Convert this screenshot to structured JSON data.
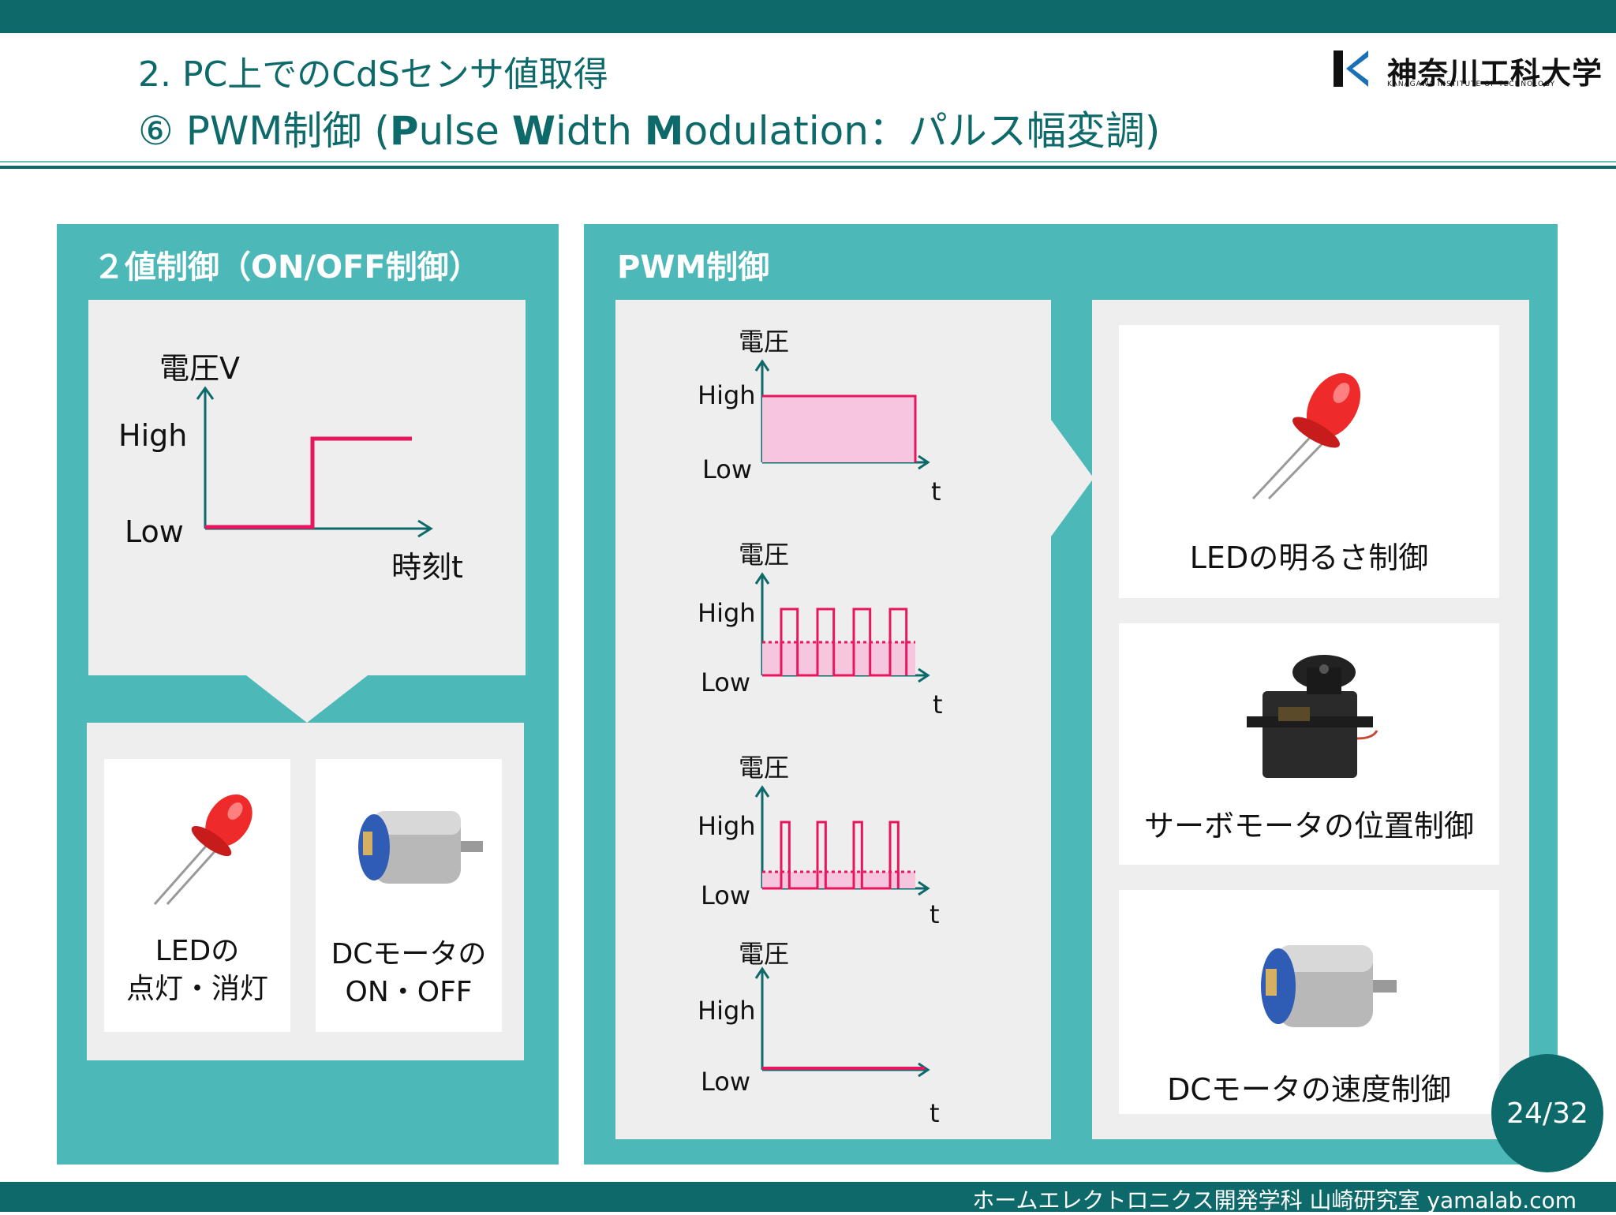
{
  "header": {
    "subtitle": "2. PC上でのCdSセンサ値取得",
    "title_prefix": "⑥ PWM制御 (",
    "title_p": "P",
    "title_ulse": "ulse ",
    "title_w": "W",
    "title_idth": "idth ",
    "title_m": "M",
    "title_odulation": "odulation：パルス幅変調)"
  },
  "logo": {
    "text": "神奈川工科大学",
    "sub": "KANAGAWA INSTITUTE OF TECHNOLOGY"
  },
  "left_panel": {
    "title": "２値制御（ON/OFF制御）",
    "graph": {
      "ylabel": "電圧V",
      "high": "High",
      "low": "Low",
      "xlabel": "時刻t"
    },
    "examples": [
      {
        "line1": "LEDの",
        "line2": "点灯・消灯"
      },
      {
        "line1": "DCモータの",
        "line2": "ON・OFF"
      }
    ]
  },
  "right_panel": {
    "title": "PWM制御",
    "graphs": [
      {
        "ylabel": "電圧",
        "high": "High",
        "low": "Low",
        "xlabel": "t",
        "duty": 1.0
      },
      {
        "ylabel": "電圧",
        "high": "High",
        "low": "Low",
        "xlabel": "t",
        "duty": 0.5
      },
      {
        "ylabel": "電圧",
        "high": "High",
        "low": "Low",
        "xlabel": "t",
        "duty": 0.25
      },
      {
        "ylabel": "電圧",
        "high": "High",
        "low": "Low",
        "xlabel": "t",
        "duty": 0.0
      }
    ],
    "applications": [
      {
        "label": "LEDの明るさ制御"
      },
      {
        "label": "サーボモータの位置制御"
      },
      {
        "label": "DCモータの速度制御"
      }
    ]
  },
  "footer": {
    "text": "ホームエレクトロニクス開発学科 山崎研究室 yamalab.com",
    "page": "24/32"
  },
  "colors": {
    "teal_dark": "#0e6a6a",
    "teal_panel": "#4db8b8",
    "signal": "#e8155f",
    "fill": "#f5c6dd"
  }
}
